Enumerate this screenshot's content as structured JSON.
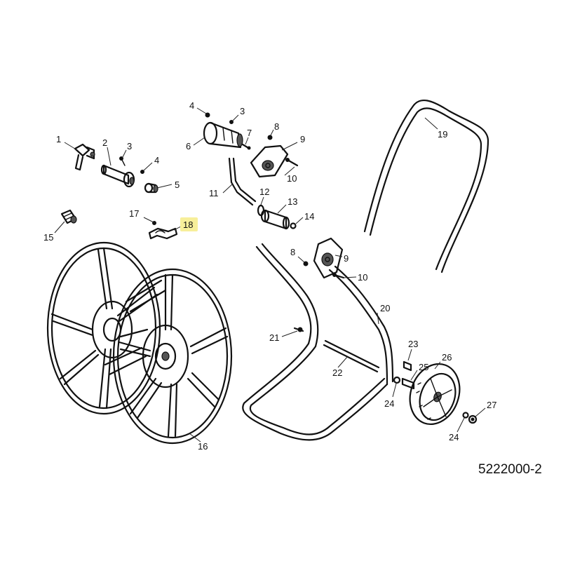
{
  "drawing_code": "5222000-2",
  "highlighted_label": "18",
  "callouts": [
    {
      "id": "c1",
      "text": "1"
    },
    {
      "id": "c2",
      "text": "2"
    },
    {
      "id": "c3a",
      "text": "3"
    },
    {
      "id": "c4a",
      "text": "4"
    },
    {
      "id": "c5",
      "text": "5"
    },
    {
      "id": "c4b",
      "text": "4"
    },
    {
      "id": "c3b",
      "text": "3"
    },
    {
      "id": "c6",
      "text": "6"
    },
    {
      "id": "c7",
      "text": "7"
    },
    {
      "id": "c8a",
      "text": "8"
    },
    {
      "id": "c9a",
      "text": "9"
    },
    {
      "id": "c10a",
      "text": "10"
    },
    {
      "id": "c11",
      "text": "11"
    },
    {
      "id": "c12",
      "text": "12"
    },
    {
      "id": "c13",
      "text": "13"
    },
    {
      "id": "c14",
      "text": "14"
    },
    {
      "id": "c15",
      "text": "15"
    },
    {
      "id": "c16",
      "text": "16"
    },
    {
      "id": "c17",
      "text": "17"
    },
    {
      "id": "c18",
      "text": "18"
    },
    {
      "id": "c19",
      "text": "19"
    },
    {
      "id": "c8b",
      "text": "8"
    },
    {
      "id": "c9b",
      "text": "9"
    },
    {
      "id": "c10b",
      "text": "10"
    },
    {
      "id": "c20",
      "text": "20"
    },
    {
      "id": "c21",
      "text": "21"
    },
    {
      "id": "c22",
      "text": "22"
    },
    {
      "id": "c23",
      "text": "23"
    },
    {
      "id": "c24a",
      "text": "24"
    },
    {
      "id": "c25",
      "text": "25"
    },
    {
      "id": "c26",
      "text": "26"
    },
    {
      "id": "c27",
      "text": "27"
    },
    {
      "id": "c24b",
      "text": "24"
    }
  ]
}
